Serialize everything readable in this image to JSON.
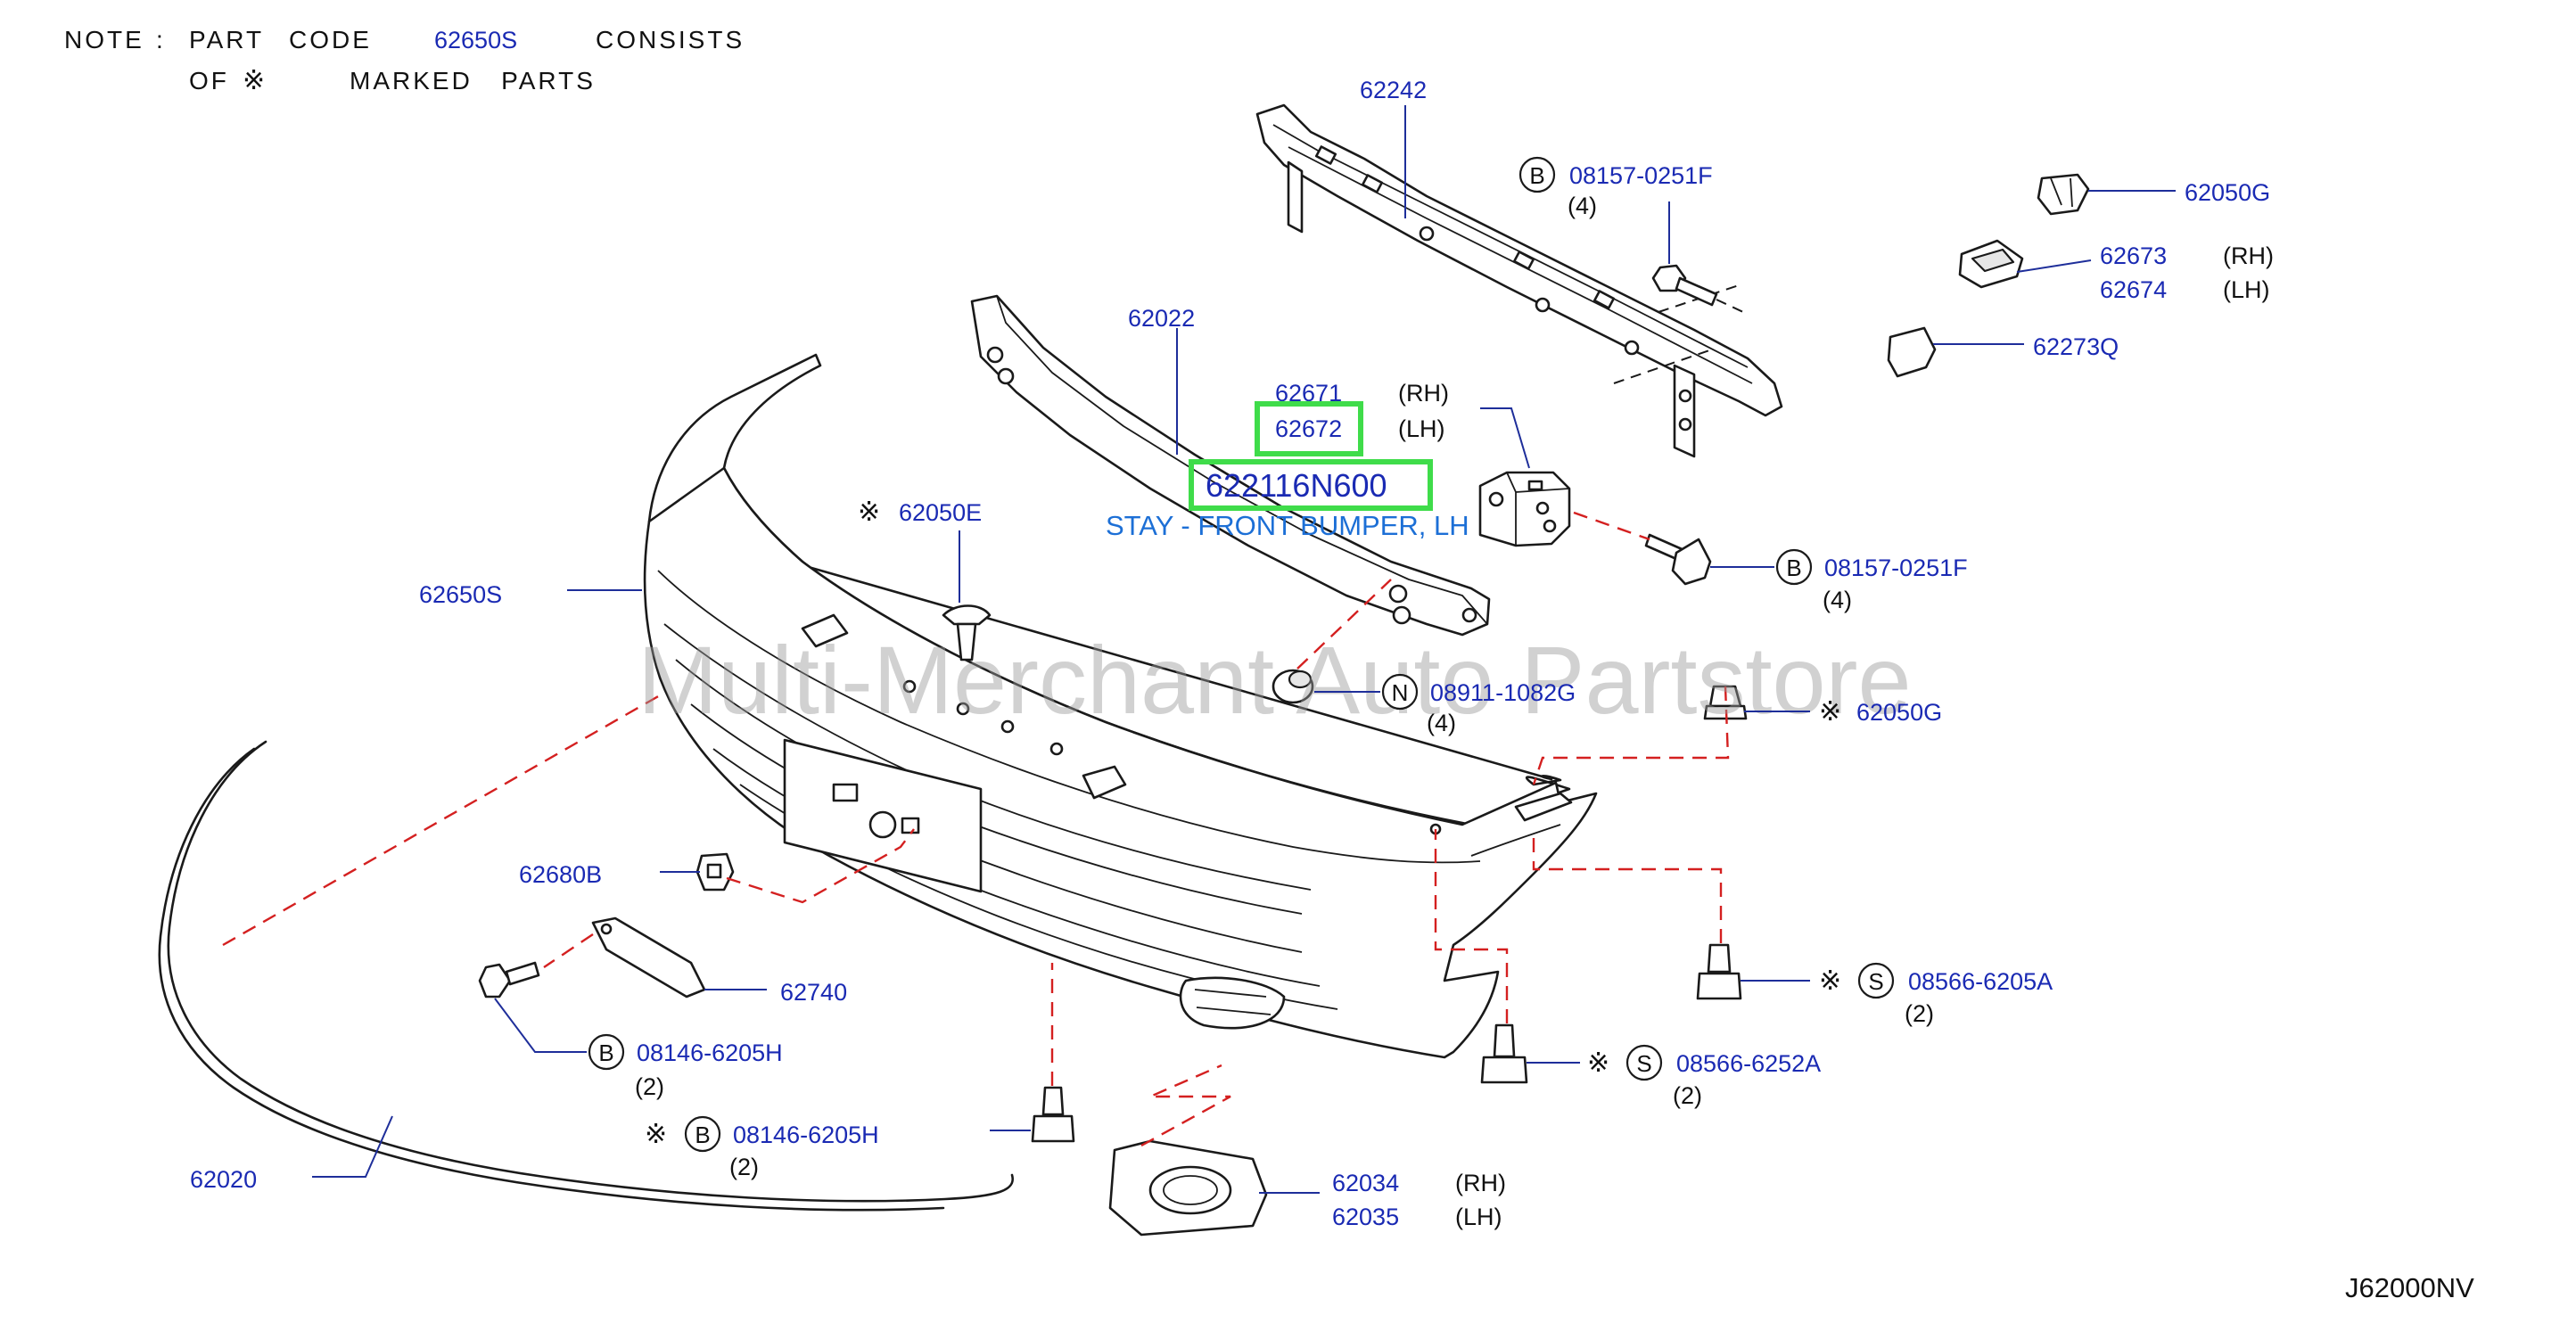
{
  "note": {
    "line1_prefix": "NOTE",
    "line1_colon": ":",
    "line1_word1": "PART",
    "line1_word2": "CODE",
    "line1_code": "62650S",
    "line1_word3": "CONSISTS",
    "line2_of": "OF",
    "line2_mark": "※",
    "line2_rest": "MARKED   PARTS"
  },
  "watermark": "Multi-Merchant Auto Partstore",
  "diagram_code": "J62000NV",
  "highlight": {
    "part_number": "622116N600",
    "description": "STAY - FRONT BUMPER, LH",
    "box_color": "#3fdc4a"
  },
  "colors": {
    "part_number": "#1a2ab3",
    "leader_dash": "#d42020",
    "highlight": "#3fdc4a"
  },
  "callouts": {
    "p62242": "62242",
    "p62022": "62022",
    "p62671": "62671",
    "p62671_side": "(RH)",
    "p62672": "62672",
    "p62672_side": "(LH)",
    "p62650S": "62650S",
    "p62050E": "62050E",
    "p62050E_mark": "※",
    "p62680B": "62680B",
    "p62740": "62740",
    "p62020": "62020",
    "p08146a": "08146-6205H",
    "p08146a_circle": "B",
    "p08146a_qty": "(2)",
    "p08146b": "08146-6205H",
    "p08146b_circle": "B",
    "p08146b_qty": "(2)",
    "p08146b_mark": "※",
    "p08157a": "08157-0251F",
    "p08157a_circle": "B",
    "p08157a_qty": "(4)",
    "p08157b": "08157-0251F",
    "p08157b_circle": "B",
    "p08157b_qty": "(4)",
    "p62050Ga": "62050G",
    "p62673": "62673",
    "p62673_side": "(RH)",
    "p62674": "62674",
    "p62674_side": "(LH)",
    "p62273Q": "62273Q",
    "p08911": "08911-1082G",
    "p08911_circle": "N",
    "p08911_qty": "(4)",
    "p62050Gb": "62050G",
    "p62050Gb_mark": "※",
    "p08566a": "08566-6205A",
    "p08566a_circle": "S",
    "p08566a_qty": "(2)",
    "p08566a_mark": "※",
    "p08566b": "08566-6252A",
    "p08566b_circle": "S",
    "p08566b_qty": "(2)",
    "p08566b_mark": "※",
    "p62034": "62034",
    "p62034_side": "(RH)",
    "p62035": "62035",
    "p62035_side": "(LH)"
  }
}
